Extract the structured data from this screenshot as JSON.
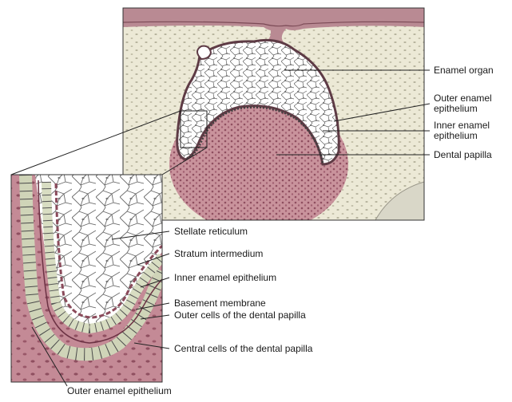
{
  "top_labels": {
    "enamel_organ": "Enamel organ",
    "outer_enamel_epithelium_line1": "Outer enamel",
    "outer_enamel_epithelium_line2": "epithelium",
    "inner_enamel_epithelium_line1": "Inner enamel",
    "inner_enamel_epithelium_line2": "epithelium",
    "dental_papilla": "Dental papilla"
  },
  "detail_labels": {
    "stellate_reticulum": "Stellate reticulum",
    "stratum_intermedium": "Stratum intermedium",
    "inner_enamel_epithelium": "Inner enamel epithelium",
    "basement_membrane": "Basement membrane",
    "outer_cells_dental_papilla": "Outer cells of the dental papilla",
    "central_cells_dental_papilla": "Central cells of the dental papilla",
    "outer_enamel_epithelium": "Outer enamel epithelium"
  },
  "colors": {
    "mesenchyme": "#ece9d6",
    "papilla": "#c9939c",
    "papilla_dark": "#9c5e6c",
    "epithelium": "#b07a88",
    "cell_outline": "#6b6b6b",
    "line": "#222222"
  }
}
